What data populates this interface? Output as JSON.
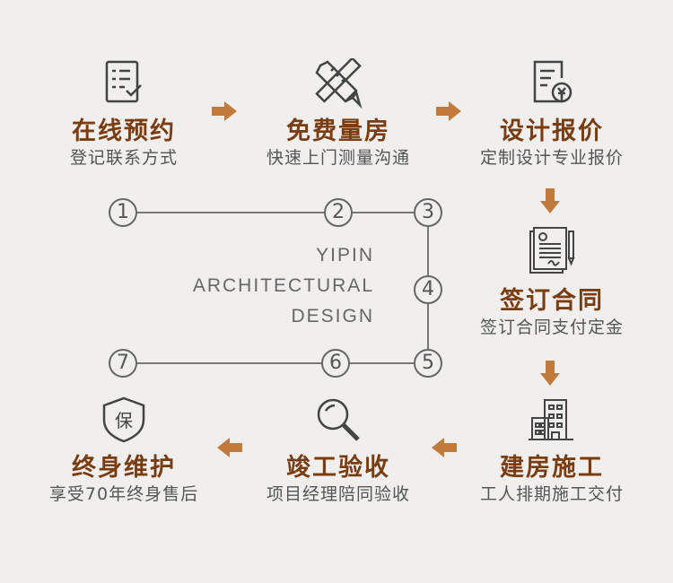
{
  "steps": [
    {
      "title": "在线预约",
      "sub": "登记联系方式"
    },
    {
      "title": "免费量房",
      "sub": "快速上门测量沟通"
    },
    {
      "title": "设计报价",
      "sub": "定制设计专业报价"
    },
    {
      "title": "签订合同",
      "sub": "签订合同支付定金"
    },
    {
      "title": "建房施工",
      "sub": "工人排期施工交付"
    },
    {
      "title": "竣工验收",
      "sub": "项目经理陪同验收"
    },
    {
      "title": "终身维护",
      "sub": "享受70年终身售后"
    }
  ],
  "numbers": [
    "1",
    "2",
    "3",
    "4",
    "5",
    "6",
    "7"
  ],
  "brand": {
    "line1": "YIPIN",
    "line2": "ARCHITECTURAL",
    "line3": "DESIGN"
  },
  "colors": {
    "accent": "#c07b3c",
    "title": "#7a3d12",
    "line": "#777777"
  },
  "icons": [
    "checklist-icon",
    "ruler-pencil-icon",
    "quote-document-icon",
    "contract-icon",
    "building-icon",
    "magnifier-icon",
    "shield-icon"
  ]
}
